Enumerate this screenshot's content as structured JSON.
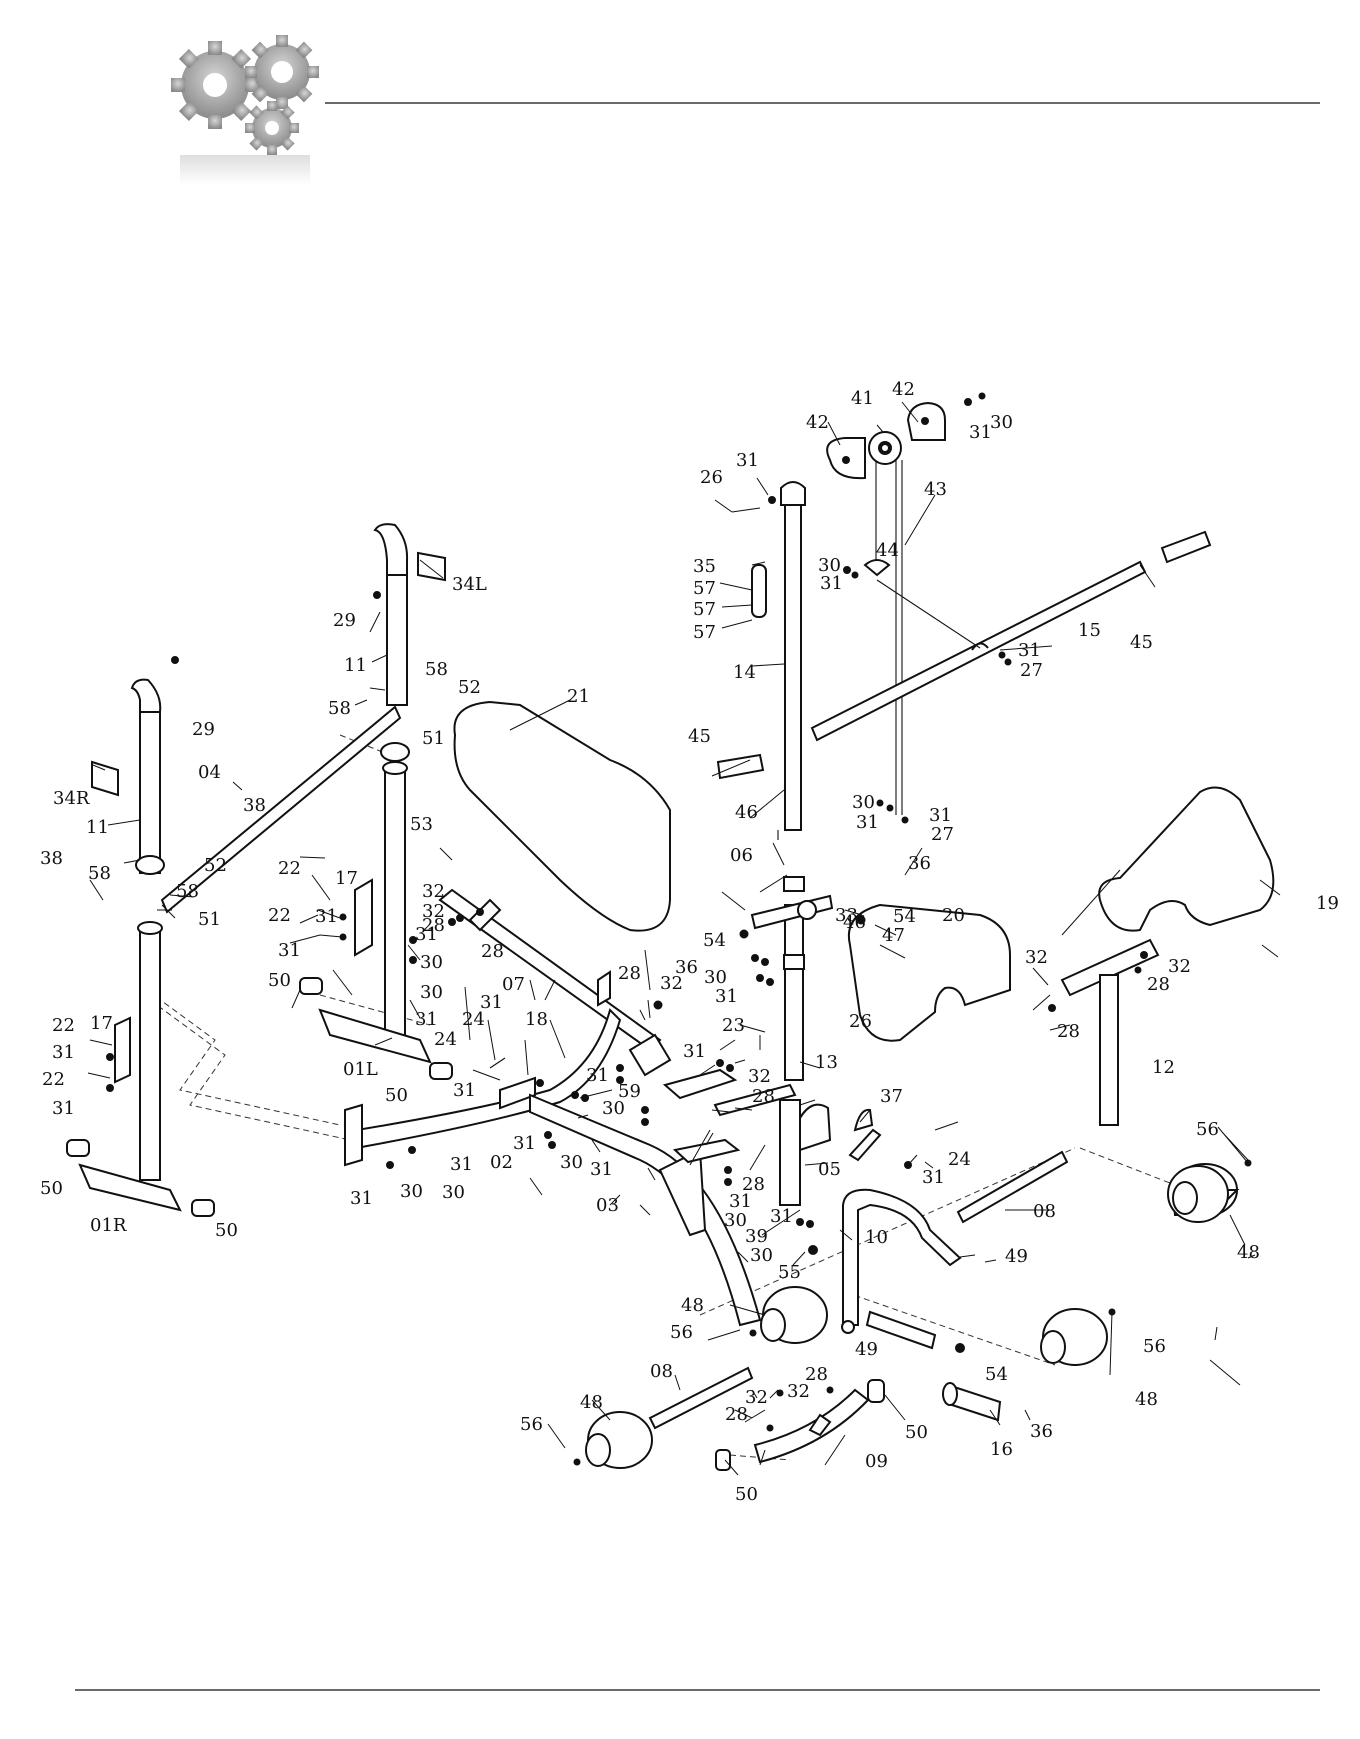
{
  "labels": {
    "l42a": "42",
    "l42b": "42",
    "l41": "41",
    "l31a": "31",
    "l30a": "30",
    "l26a": "26",
    "l31b": "31",
    "l43": "43",
    "l30b": "30",
    "l44": "44",
    "l31c": "31",
    "l35": "35",
    "l57a": "57",
    "l57b": "57",
    "l57c": "57",
    "l14": "14",
    "l15": "15",
    "l45a": "45",
    "l31d": "31",
    "l27a": "27",
    "l29a": "29",
    "l34L": "34L",
    "l11a": "11",
    "l58a": "58",
    "l58b": "58",
    "l52a": "52",
    "l21": "21",
    "l45b": "45",
    "l29b": "29",
    "l51a": "51",
    "l04": "04",
    "l34R": "34R",
    "l11b": "11",
    "l38a": "38",
    "l53": "53",
    "l46a": "46",
    "l30c": "30",
    "l31e": "31",
    "l31f": "31",
    "l27b": "27",
    "l36a": "36",
    "l38b": "38",
    "l58c": "58",
    "l52b": "52",
    "l58d": "58",
    "l51b": "51",
    "l22a": "22",
    "l17a": "17",
    "l32a": "32",
    "l32b": "32",
    "l28a": "28",
    "l06": "06",
    "l54a": "54",
    "l46b": "46",
    "l54b": "54",
    "l47": "47",
    "l20": "20",
    "l19": "19",
    "l33": "33",
    "l22b": "22",
    "l31g": "31",
    "l31h": "31",
    "l30d": "30",
    "l31i": "31",
    "l28b": "28",
    "l36b": "36",
    "l30e": "30",
    "l31j": "31",
    "l28c": "28",
    "l32c": "32",
    "l26b": "26",
    "l32d": "32",
    "l32e": "32",
    "l28d": "28",
    "l28e": "28",
    "l50a": "50",
    "l30f": "30",
    "l07": "07",
    "l31k": "31",
    "l31l": "31",
    "l24a": "24",
    "l18": "18",
    "l23": "23",
    "l13": "13",
    "l22c": "22",
    "l17b": "17",
    "l24b": "24",
    "l31m": "31",
    "l31n": "31",
    "l32f": "32",
    "l28f": "28",
    "l12": "12",
    "l22d": "22",
    "l01L": "01L",
    "l50b": "50",
    "l31o": "31",
    "l59": "59",
    "l31p": "31",
    "l30g": "30",
    "l37": "37",
    "l31q": "31",
    "l02": "02",
    "l31r": "31",
    "l30h": "30",
    "l31s": "31",
    "l30i": "30",
    "l31t": "31",
    "l30j": "30",
    "l31u": "31",
    "l05": "05",
    "l24c": "24",
    "l31v": "31",
    "l56a": "56",
    "l50c": "50",
    "l03": "03",
    "l28g": "28",
    "l31w": "31",
    "l30k": "30",
    "l08a": "08",
    "l01R": "01R",
    "l50d": "50",
    "l39": "39",
    "l31x": "31",
    "l30l": "30",
    "l10": "10",
    "l55": "55",
    "l49a": "49",
    "l48a": "48",
    "l48b": "48",
    "l56b": "56",
    "l49b": "49",
    "l54c": "54",
    "l56c": "56",
    "l48c": "48",
    "l08b": "08",
    "l28h": "28",
    "l32g": "32",
    "l32h": "32",
    "l28i": "28",
    "l50e": "50",
    "l48d": "48",
    "l56d": "56",
    "l09": "09",
    "l16": "16",
    "l36c": "36",
    "l50f": "50"
  }
}
